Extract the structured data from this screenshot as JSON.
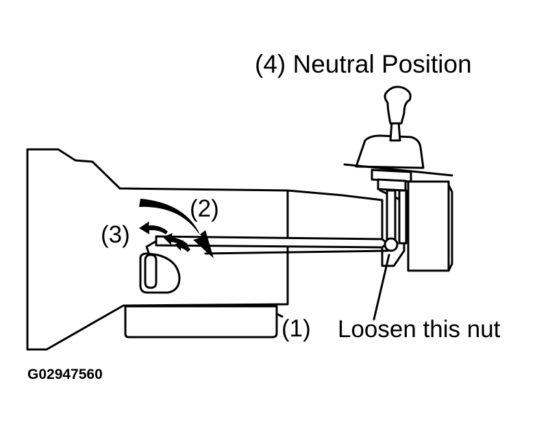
{
  "labels": {
    "neutral_position": "(4) Neutral Position",
    "callout_1": "(1)",
    "callout_2": "(2)",
    "callout_3": "(3)",
    "loosen_nut": "Loosen this nut",
    "figure_code": "G02947560"
  },
  "colors": {
    "ink": "#000000",
    "background": "#ffffff"
  }
}
